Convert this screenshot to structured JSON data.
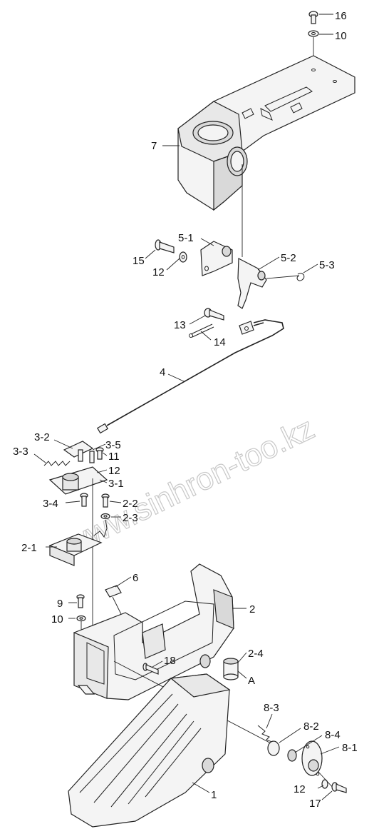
{
  "watermark": "www.sinhron-too.kz",
  "callouts": {
    "c16": "16",
    "c10_top": "10",
    "c7": "7",
    "c5_1": "5-1",
    "c15": "15",
    "c12_a": "12",
    "c5_2": "5-2",
    "c5_3": "5-3",
    "c13": "13",
    "c14": "14",
    "c4": "4",
    "c3_2": "3-2",
    "c3_5": "3-5",
    "c3_3": "3-3",
    "c11": "11",
    "c12_b": "12",
    "c3_1": "3-1",
    "c3_4": "3-4",
    "c2_2": "2-2",
    "c2_3": "2-3",
    "c2_1": "2-1",
    "c6": "6",
    "c2": "2",
    "c9": "9",
    "c10_low": "10",
    "c18": "18",
    "c2_4": "2-4",
    "cA": "A",
    "c8_3": "8-3",
    "c8_2": "8-2",
    "c8_4": "8-4",
    "c8_1": "8-1",
    "c12_c": "12",
    "c17": "17",
    "c1": "1"
  }
}
